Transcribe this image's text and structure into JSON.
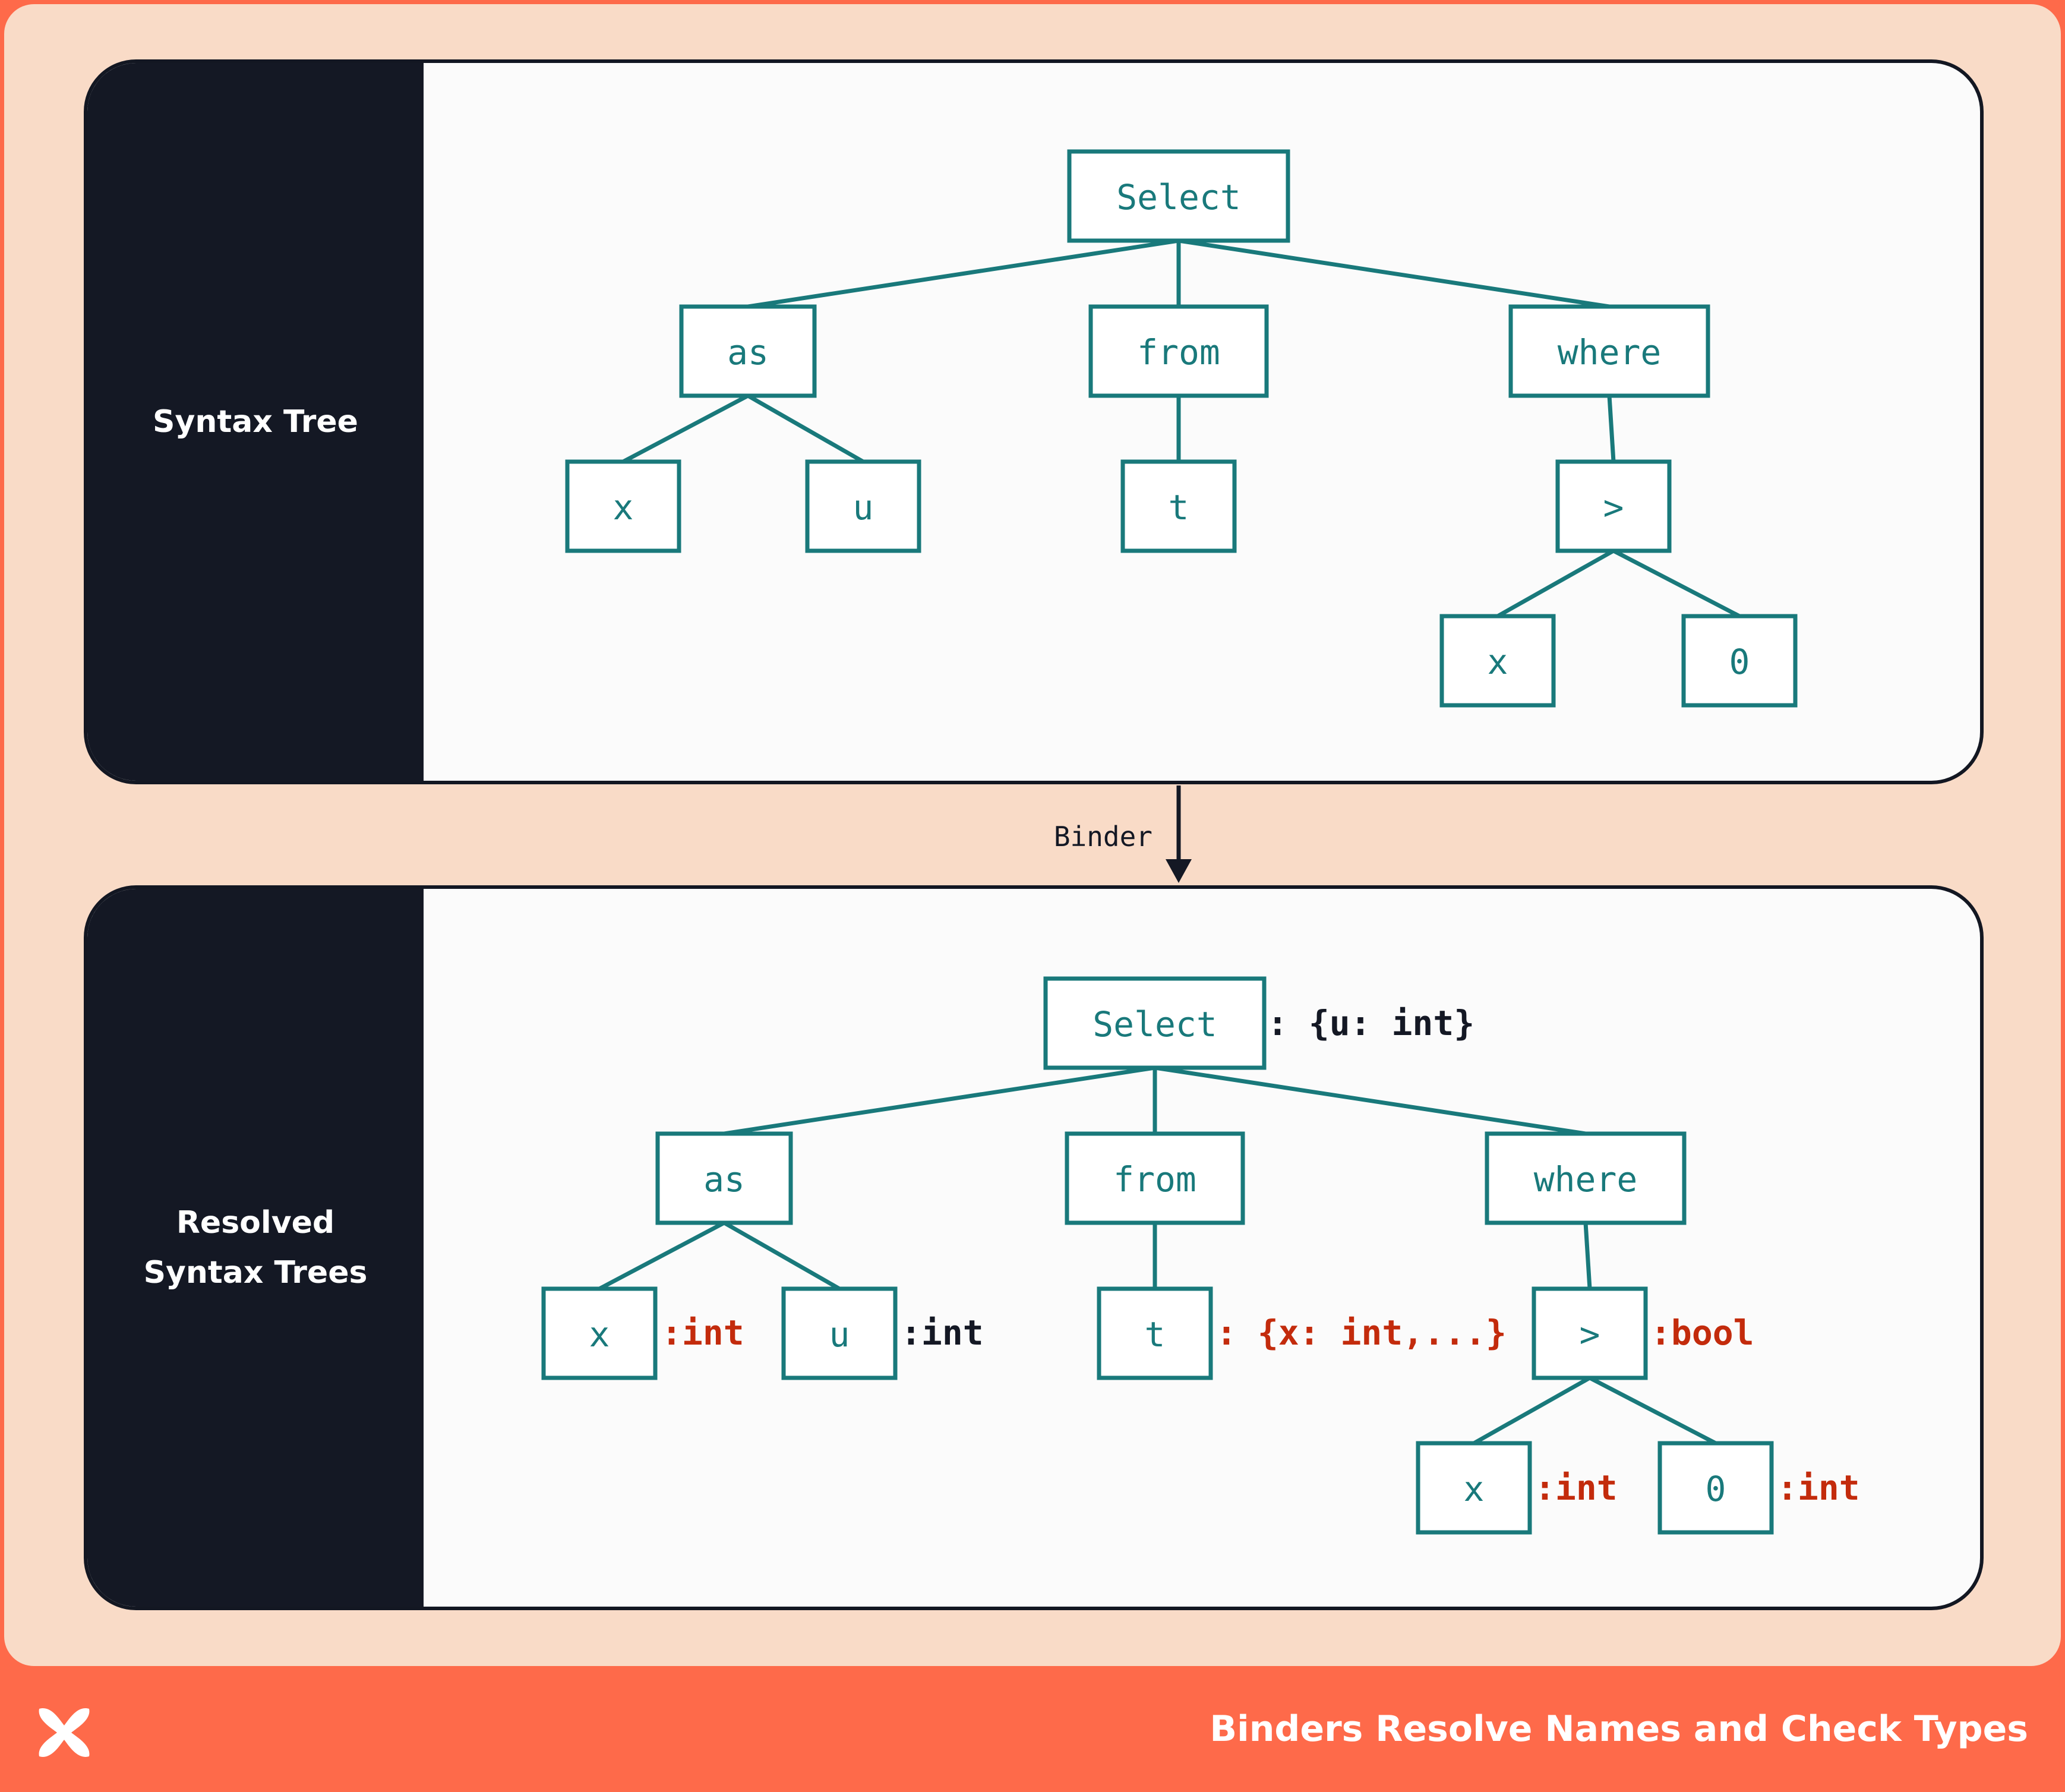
{
  "panels": {
    "top_label": "Syntax Tree",
    "bottom_label": "Resolved\nSyntax Trees"
  },
  "arrow_label": "Binder",
  "footer": {
    "title": "Binders Resolve Names and Check Types"
  },
  "logo_icon": "brand-x-logo",
  "colors": {
    "background": "#f9dbc7",
    "footer": "#fe6a4a",
    "panel_dark": "#141824",
    "node": "#19797b",
    "annotation_red": "#c32b0c",
    "annotation_dark": "#141824"
  },
  "syntax_tree": {
    "nodes": [
      "Select",
      "as",
      "from",
      "where",
      "x",
      "u",
      "t",
      ">",
      "x",
      "0"
    ]
  },
  "resolved_tree": {
    "nodes": [
      "Select",
      "as",
      "from",
      "where",
      "x",
      "u",
      "t",
      ">",
      "x",
      "0"
    ],
    "annotations": [
      {
        "node": "Select",
        "text": ": {u: int}",
        "color": "dark"
      },
      {
        "node": "x",
        "text": ":int",
        "color": "red"
      },
      {
        "node": "u",
        "text": ":int",
        "color": "dark"
      },
      {
        "node": "t",
        "text": ": {x: int,...}",
        "color": "red"
      },
      {
        "node": ">",
        "text": ":bool",
        "color": "red"
      },
      {
        "node": "x",
        "text": ":int",
        "color": "red"
      },
      {
        "node": "0",
        "text": ":int",
        "color": "red"
      }
    ]
  }
}
